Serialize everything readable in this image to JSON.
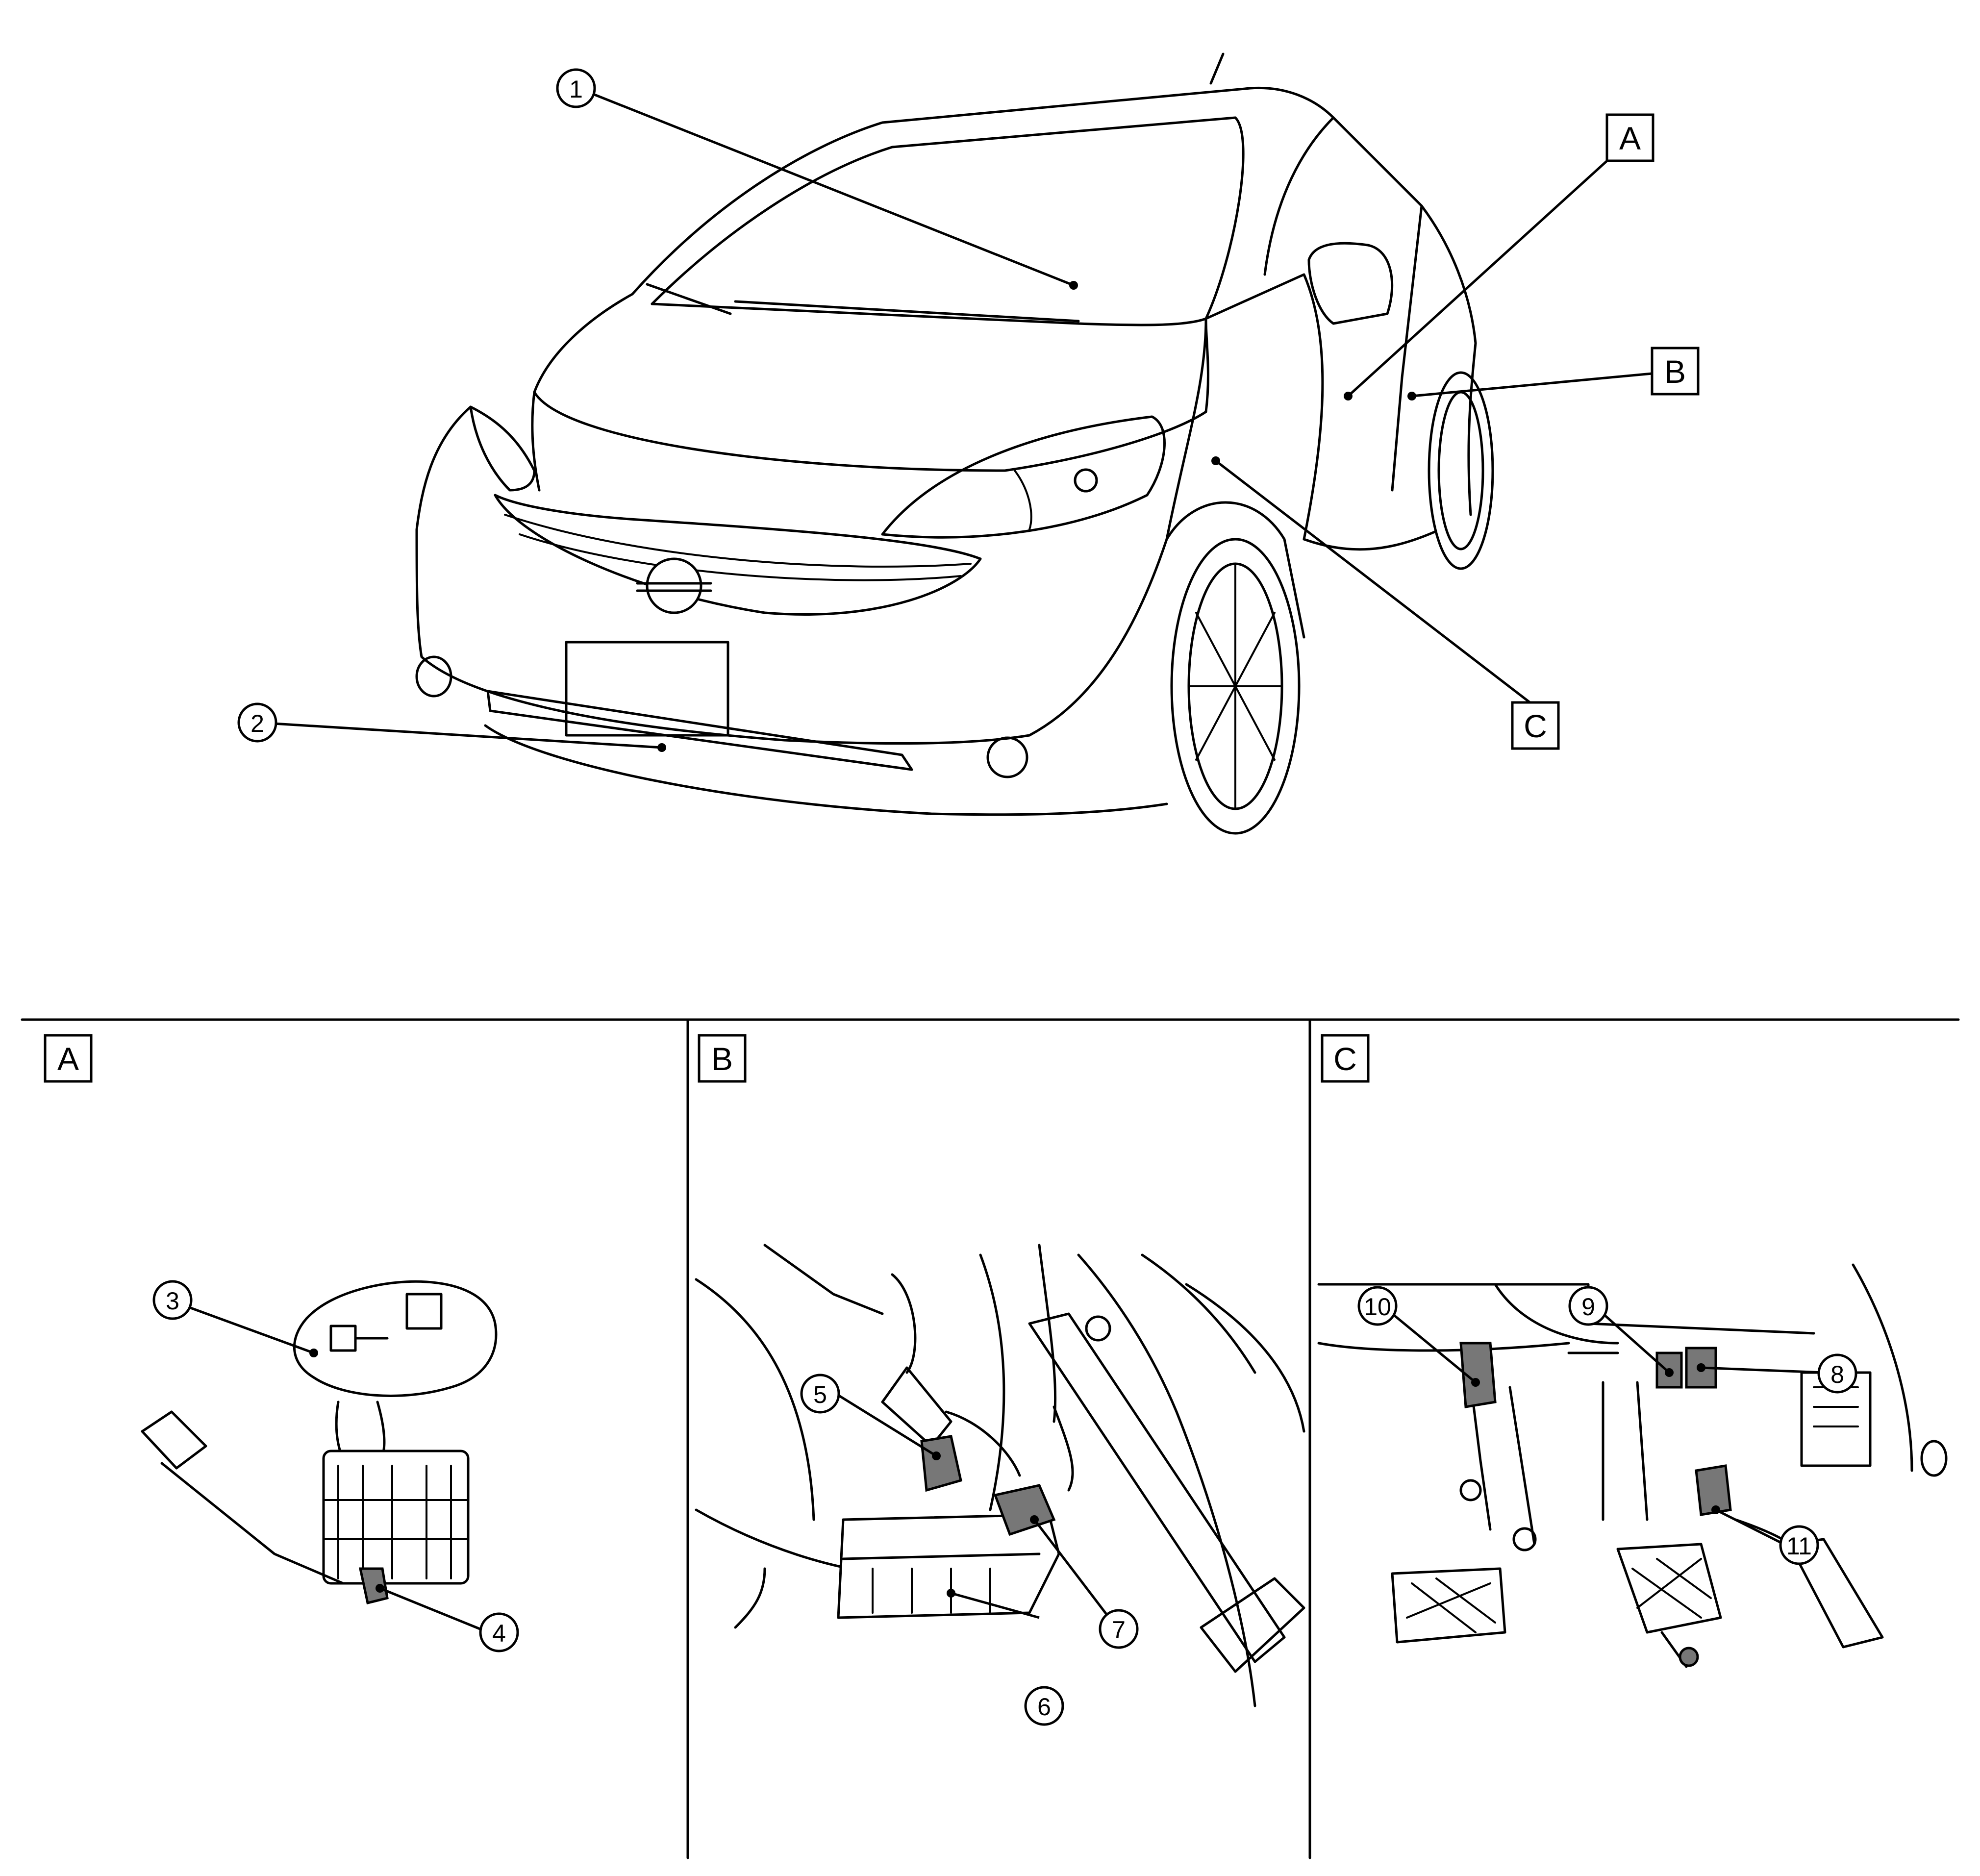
{
  "callouts": {
    "c1": "1",
    "c2": "2",
    "c3": "3",
    "c4": "4",
    "c5": "5",
    "c6": "6",
    "c7": "7",
    "c8": "8",
    "c9": "9",
    "c10": "10",
    "c11": "11"
  },
  "views": {
    "a": "A",
    "b": "B",
    "c": "C"
  },
  "colors": {
    "line": "#000000",
    "background": "#ffffff",
    "connector_shade": "#777777"
  }
}
